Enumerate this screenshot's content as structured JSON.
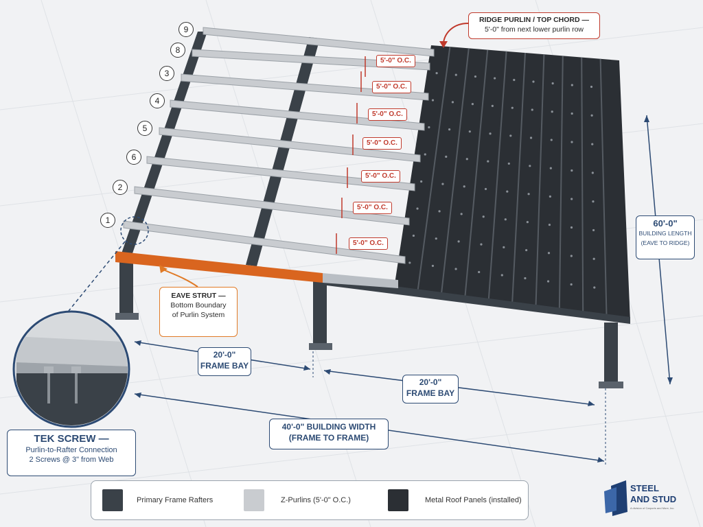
{
  "purlin_numbers": [
    "9",
    "8",
    "3",
    "4",
    "5",
    "6",
    "2",
    "1"
  ],
  "spacing_labels": [
    "5'-0\" O.C.",
    "5'-0\" O.C.",
    "5'-0\" O.C.",
    "5'-0\" O.C.",
    "5'-0\" O.C.",
    "5'-0\" O.C.",
    "5'-0\" O.C."
  ],
  "ridge_callout": {
    "title": "RIDGE PURLIN / TOP CHORD —",
    "detail": "5'-0\" from next lower purlin row"
  },
  "eave_callout": {
    "line1": "EAVE STRUT —",
    "line2": "Bottom Boundary",
    "line3": "of Purlin System"
  },
  "building_length": {
    "value": "60'-0\"",
    "line1": "BUILDING LENGTH",
    "line2": "(EAVE TO RIDGE)"
  },
  "frame_bay_1": {
    "value": "20'-0\"",
    "label": "FRAME BAY"
  },
  "frame_bay_2": {
    "value": "20'-0\"",
    "label": "FRAME BAY"
  },
  "building_width": {
    "line1": "40'-0\" BUILDING WIDTH",
    "line2": "(FRAME TO FRAME)"
  },
  "tek_screw": {
    "title": "TEK SCREW —",
    "line1": "Purlin-to-Rafter Connection",
    "line2": "2 Screws @ 3\" from Web"
  },
  "legend": [
    {
      "label": "Primary Frame Rafters",
      "color": "#3a4148"
    },
    {
      "label": "Z-Purlins (5'-0\" O.C.)",
      "color": "#c9ccd0"
    },
    {
      "label": "Metal Roof Panels (installed)",
      "color": "#2b2f34"
    }
  ],
  "logo": {
    "line1": "STEEL",
    "line2": "AND STUD",
    "tagline": "A division of Carports and More, Inc."
  },
  "colors": {
    "rafter": "#3a4148",
    "purlin": "#c9ccd0",
    "panel": "#2b2f34",
    "eave_strut": "#d9651f",
    "dimension": "#2c4a73",
    "callout_red": "#c0392b"
  }
}
